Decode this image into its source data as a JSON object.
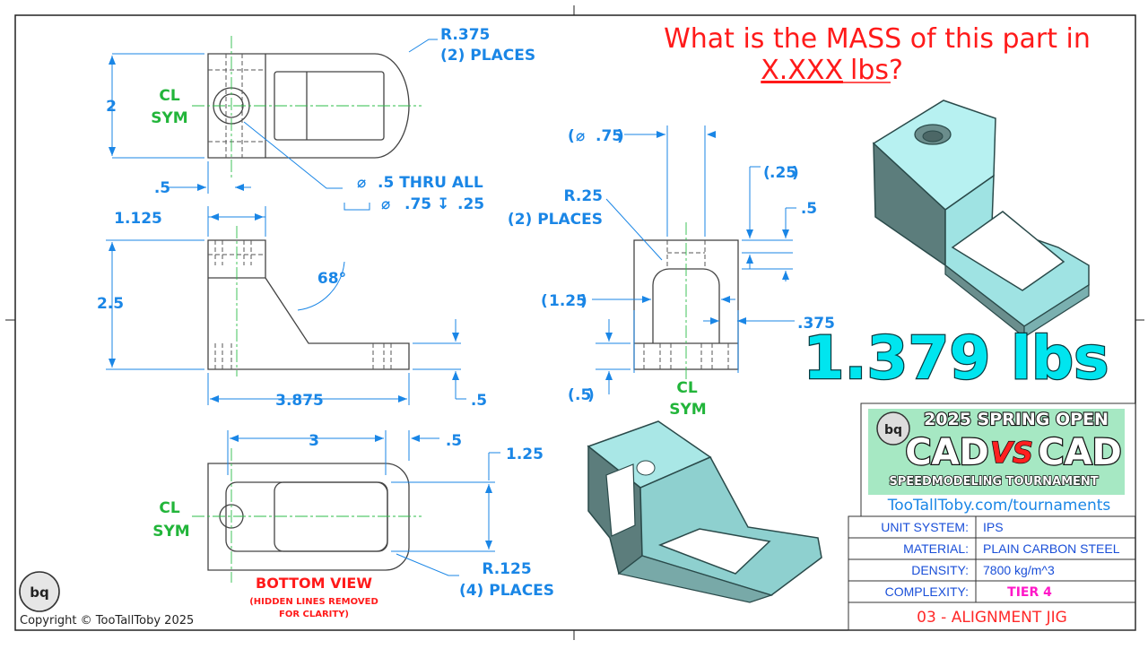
{
  "question": {
    "line1": "What is the MASS of this part in",
    "line2_unit_placeholder": "X.XXX",
    "line2_suffix": "lbs?"
  },
  "answer": "1.379 lbs",
  "top_view": {
    "radius_note": "R.375",
    "radius_places": "(2) PLACES",
    "height": "2",
    "sym_cl": "CL",
    "sym": "SYM",
    "offset": ".5",
    "hole_thru": ".5 THRU ALL",
    "cbore": ".75",
    "cbore_depth": ".25"
  },
  "front_view": {
    "width_top": "1.125",
    "height": "2.5",
    "angle": "68°",
    "length": "3.875",
    "base": ".5"
  },
  "side_view": {
    "dia": ".75",
    "radius": "R.25",
    "radius_places": "(2) PLACES",
    "width": "1.25",
    "top_step": ".25",
    "top_depth": ".5",
    "wall": ".375",
    "bottom": ".5",
    "sym_cl": "CL",
    "sym": "SYM"
  },
  "bottom_view": {
    "length": "3",
    "offset": ".5",
    "width": "1.25",
    "sym_cl": "CL",
    "sym": "SYM",
    "radius": "R.125",
    "radius_places": "(4) PLACES",
    "label": "BOTTOM VIEW",
    "note_line1": "(HIDDEN LINES REMOVED",
    "note_line2": "FOR CLARITY)"
  },
  "banner": {
    "event": "2025 SPRING OPEN",
    "cad1": "CAD",
    "vs": "VS",
    "cad2": "CAD",
    "sub": "SPEEDMODELING TOURNAMENT",
    "url": "TooTallToby.com/tournaments"
  },
  "title_block": {
    "rows": [
      {
        "label": "UNIT SYSTEM:",
        "value": "IPS"
      },
      {
        "label": "MATERIAL:",
        "value": "PLAIN CARBON STEEL"
      },
      {
        "label": "DENSITY:",
        "value": "7800 kg/m^3"
      },
      {
        "label": "COMPLEXITY:",
        "value": "TIER 4"
      }
    ],
    "part_name": "03 - ALIGNMENT JIG"
  },
  "copyright": "Copyright © TooTallToby 2025",
  "colors": {
    "dimension": "#1a86e6",
    "centerline": "#22b53a",
    "alert": "#ff1a1a",
    "part": "#9fe3e3",
    "answer_fill": "#00e5ef",
    "tier": "#ff18c8"
  }
}
